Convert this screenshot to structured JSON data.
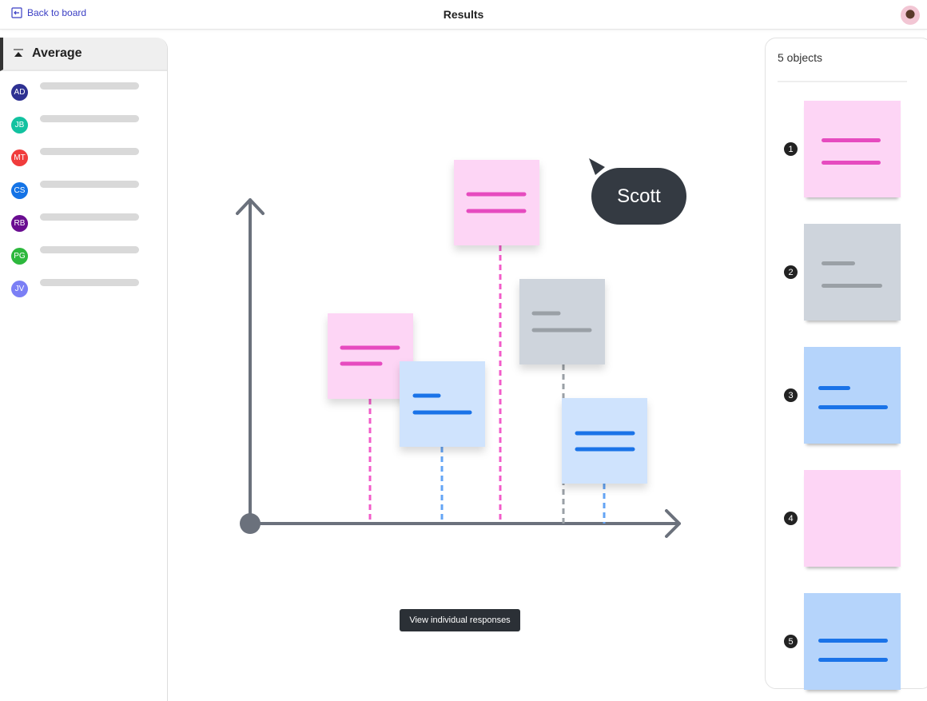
{
  "header": {
    "back_label": "Back to board",
    "title": "Results"
  },
  "sidebar": {
    "heading": "Average",
    "participants": [
      {
        "initials": "AD",
        "color": "#2e3192"
      },
      {
        "initials": "JB",
        "color": "#12c2a0"
      },
      {
        "initials": "MT",
        "color": "#f03c3c"
      },
      {
        "initials": "CS",
        "color": "#1473e6"
      },
      {
        "initials": "RB",
        "color": "#6a0d91"
      },
      {
        "initials": "PG",
        "color": "#2db83d"
      },
      {
        "initials": "JV",
        "color": "#7b7ff5"
      }
    ]
  },
  "canvas": {
    "cursor_label": "Scott",
    "tooltip": "View individual responses"
  },
  "objects_panel": {
    "count_label": "5 objects",
    "items": [
      {
        "number": "1",
        "color": "pink"
      },
      {
        "number": "2",
        "color": "gray"
      },
      {
        "number": "3",
        "color": "blue"
      },
      {
        "number": "4",
        "color": "pink"
      },
      {
        "number": "5",
        "color": "blue"
      }
    ]
  },
  "colors": {
    "pink_note": "#fdd5f5",
    "pink_line": "#e64bbf",
    "blue_note": "#cfe3fd",
    "blue_line": "#1a73e8",
    "gray_note": "#ced4dc",
    "gray_line": "#9aa0a6",
    "axis": "#6b717c"
  }
}
